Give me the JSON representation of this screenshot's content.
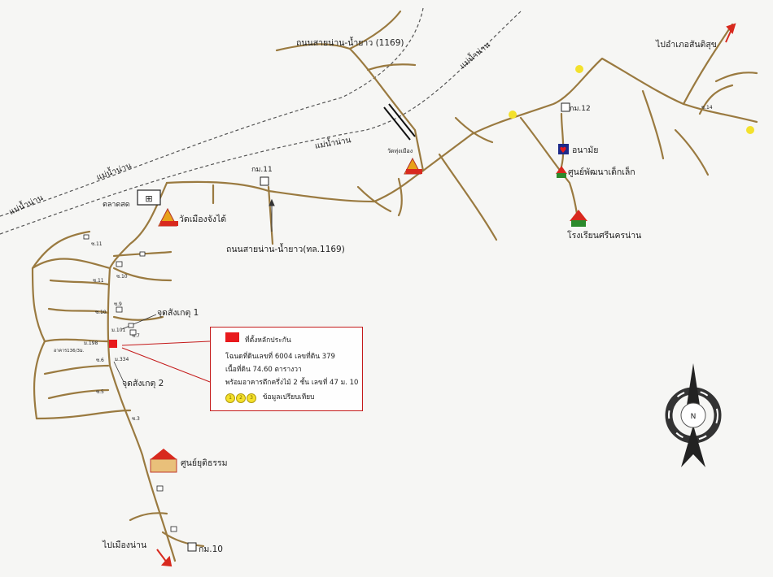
{
  "labels": {
    "road_north": "ถนนสายน่าน-น้ำยาว (1169)",
    "road_mid": "ถนนสายน่าน-น้ำยาว(ทล.1169)",
    "river_1": "แม่น้ำน่าน",
    "river_2": "แม่น้ำน่าน",
    "river_3": "แม่น้ำน่าน",
    "river_4": "แม่น้ำน่าน",
    "km11": "กม.11",
    "km12": "กม.12",
    "km10": "กม.10",
    "market": "ตลาดสด",
    "temple_a": "วัดเมืองจังได้",
    "temple_b": "วัดทุ่งเมือง",
    "health": "อนามัย",
    "childcare": "ศูนย์พัฒนาเด็กเล็ก",
    "school": "โรงเรียนศรีนครน่าน",
    "justice": "ศูนย์ยุติธรรม",
    "to_nan": "ไปเมืองน่าน",
    "to_santisuk": "ไปอำเภอสันติสุข",
    "landmark1": "จุดสังเกตุ 1",
    "landmark2": "จุดสังเกตุ 2",
    "lane_labels": [
      "ซ.11",
      "ซ.10",
      "ซ.11",
      "ซ.9",
      "ซ.10",
      "ซ.7",
      "ม.101",
      "ม.198",
      "ม.334",
      "ซ.6",
      "ซ.5",
      "ซ.3",
      "ซ.14"
    ],
    "lane_small": "อาคาร136/3ม."
  },
  "legend": {
    "title": "ที่ตั้งหลักประกัน",
    "line1": "โฉนดที่ดินเลขที่ 6004 เลขที่ดิน 379",
    "line2": "เนื้อที่ดิน 74.60 ตารางวา",
    "line3": "พร้อมอาคารตึกครึ่งไม้ 2 ชั้น เลขที่ 47 ม. 10",
    "circles": [
      "1",
      "2",
      "3"
    ],
    "compare": "ข้อมูลเปรียบเทียบ"
  },
  "compass": {
    "north": "N"
  },
  "colors": {
    "road": "#9a7a40",
    "river": "#555555",
    "accent": "#e8191c",
    "compare": "#f3e12c"
  }
}
